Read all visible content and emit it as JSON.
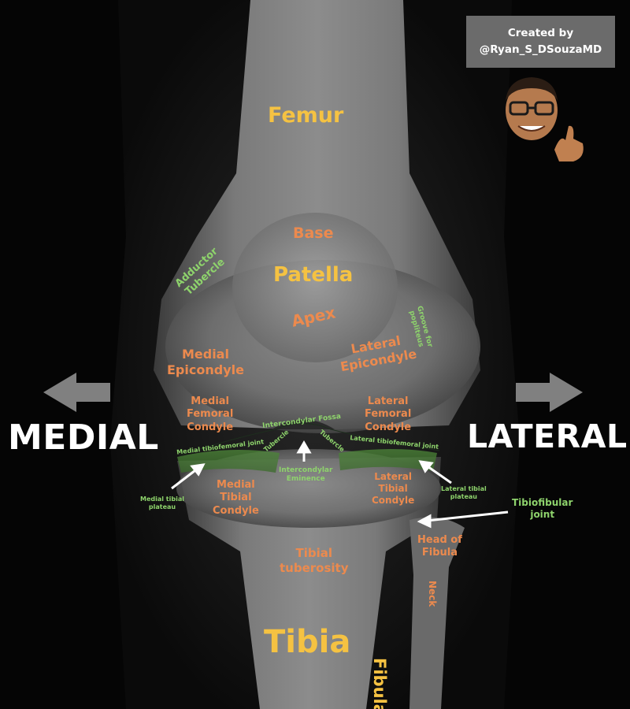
{
  "credit": {
    "line1": "Created by",
    "line2": "@Ryan_S_DSouzaMD"
  },
  "directions": {
    "medial": "MEDIAL",
    "lateral": "LATERAL"
  },
  "bones": {
    "femur": "Femur",
    "patella": "Patella",
    "tibia": "Tibia",
    "fibula": "Fibula"
  },
  "patella_parts": {
    "base": "Base",
    "apex": "Apex"
  },
  "femur_parts": {
    "adductor_tubercle_1": "Adductor",
    "adductor_tubercle_2": "Tubercle",
    "medial_epicondyle_1": "Medial",
    "medial_epicondyle_2": "Epicondyle",
    "lateral_epicondyle_1": "Lateral",
    "lateral_epicondyle_2": "Epicondyle",
    "groove_popliteus_1": "Groove for",
    "groove_popliteus_2": "popliteus",
    "medial_condyle_1": "Medial",
    "medial_condyle_2": "Femoral",
    "medial_condyle_3": "Condyle",
    "lateral_condyle_1": "Lateral",
    "lateral_condyle_2": "Femoral",
    "lateral_condyle_3": "Condyle",
    "intercondylar_fossa": "Intercondylar Fossa"
  },
  "joint_parts": {
    "medial_tibiofemoral": "Medial tibiofemoral joint",
    "lateral_tibiofemoral": "Lateral tibiofemoral joint",
    "tubercle_left": "Tubercle",
    "tubercle_right": "Tubercle",
    "intercondylar_eminence_1": "Intercondylar",
    "intercondylar_eminence_2": "Eminence",
    "medial_tibial_plateau_1": "Medial tibial",
    "medial_tibial_plateau_2": "plateau",
    "lateral_tibial_plateau_1": "Lateral tibial",
    "lateral_tibial_plateau_2": "plateau",
    "tibiofibular_1": "Tibiofibular",
    "tibiofibular_2": "joint"
  },
  "tibia_parts": {
    "medial_condyle_1": "Medial",
    "medial_condyle_2": "Tibial",
    "medial_condyle_3": "Condyle",
    "lateral_condyle_1": "Lateral",
    "lateral_condyle_2": "Tibial",
    "lateral_condyle_3": "Condyle",
    "tuberosity_1": "Tibial",
    "tuberosity_2": "tuberosity"
  },
  "fibula_parts": {
    "head_1": "Head of",
    "head_2": "Fibula",
    "neck": "Neck"
  },
  "colors": {
    "bone_label": "#f5c242",
    "landmark_label": "#ec8a4e",
    "joint_label": "#8ed36c",
    "arrow": "#808080"
  }
}
